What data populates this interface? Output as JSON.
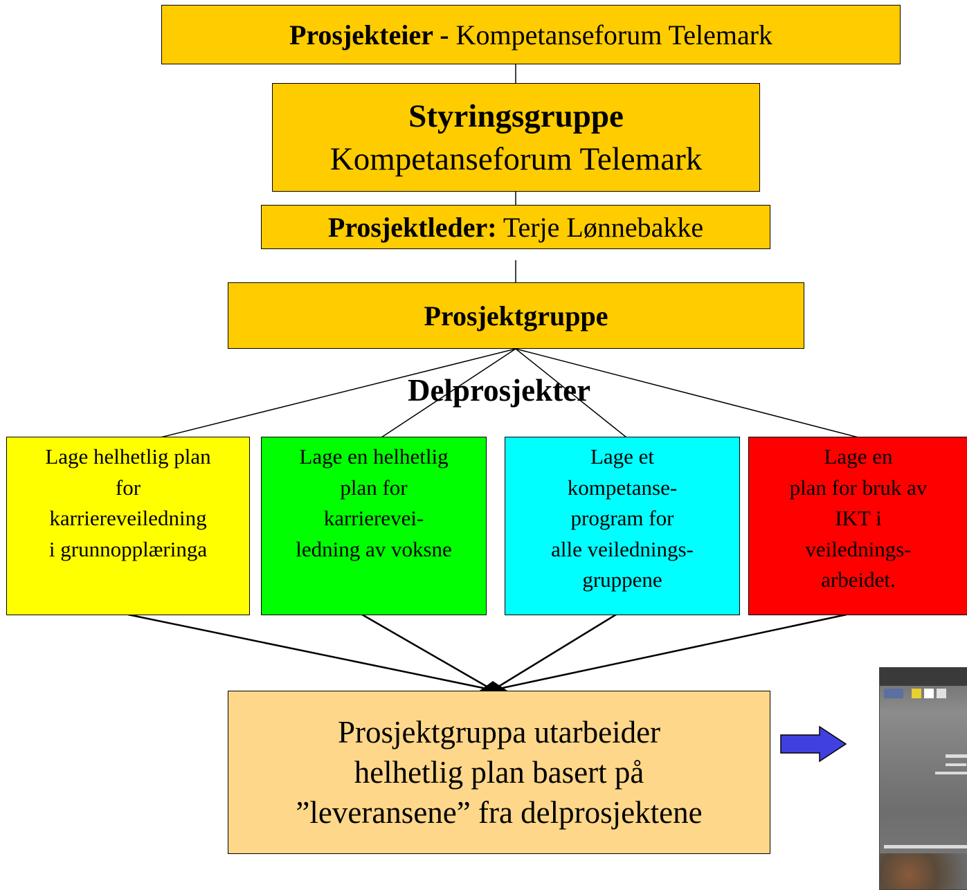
{
  "owner": {
    "label": "Prosjekteier -",
    "value": "Kompetanseforum Telemark"
  },
  "steering": {
    "title": "Styringsgruppe",
    "subtitle": "Kompetanseforum Telemark"
  },
  "leader": {
    "label": "Prosjektleder:",
    "value": "Terje Lønnebakke"
  },
  "project_group": {
    "title": "Prosjektgruppe"
  },
  "subprojects_heading": "Delprosjekter",
  "subprojects": [
    {
      "text": "Lage helhetlig plan\nfor\nkarriereveiledning\ni grunnopplæringa",
      "color": "#ffff00"
    },
    {
      "text": "Lage en helhetlig\nplan for\nkarrierevei-\nledning av voksne",
      "color": "#00ff00"
    },
    {
      "text": "Lage et\nkompetanse-\nprogram for\nalle veilednings-\ngruppene",
      "color": "#00ffff"
    },
    {
      "text": "Lage en\nplan for bruk av\nIKT i\nveilednings-\narbeidet.",
      "color": "#ff0000"
    }
  ],
  "result": {
    "text": "Prosjektgruppa utarbeider\nhelhetlig plan basert på\n”leveransene” fra delprosjektene"
  },
  "arrow_color": "#4040e0"
}
